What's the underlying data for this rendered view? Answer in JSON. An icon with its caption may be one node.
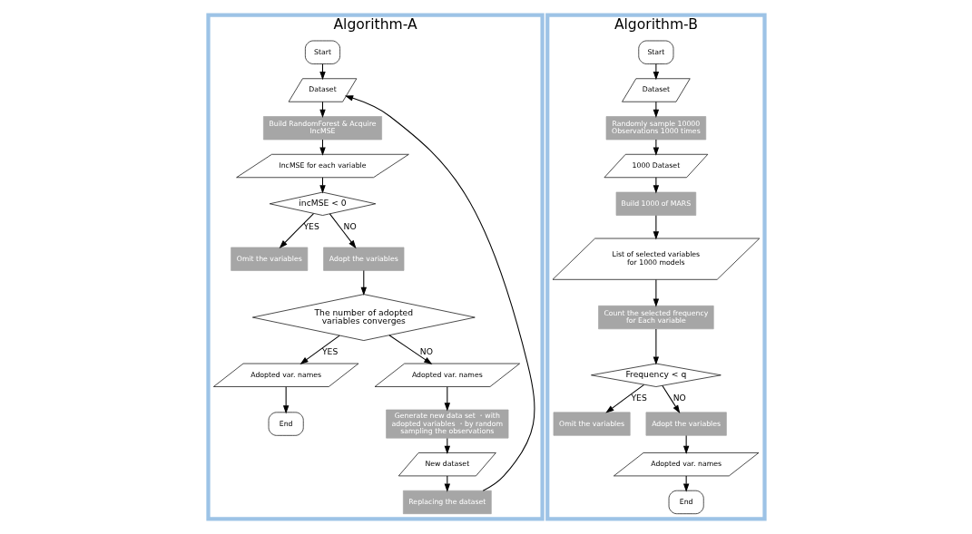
{
  "diagram": {
    "nodes": [
      {
        "text": [
          "Algorithm-A"
        ]
      },
      {
        "text": [
          "Start"
        ],
        "in": 0
      },
      {
        "text": [
          "Dataset"
        ],
        "in": 0
      },
      {
        "text": [
          "Build RandomForest & Acquire IncMSE"
        ],
        "in": 0
      },
      {
        "text": [
          "IncMSE for each variable"
        ],
        "in": 0
      },
      {
        "text": [
          "incMSE < 0"
        ],
        "in": 0
      },
      {
        "text": [
          "Omit the variables"
        ],
        "in": 0
      },
      {
        "text": [
          "Adopt the variables"
        ],
        "in": 0
      },
      {
        "text": [
          "The number of adopted variables converges"
        ],
        "in": 0
      },
      {
        "text": [
          "Adopted var. names"
        ],
        "in": 0
      },
      {
        "text": [
          "End"
        ],
        "in": 0
      },
      {
        "text": [
          "Adopted var. names"
        ],
        "in": 0
      },
      {
        "text": [
          "Generate new data set ・with adopted variables ・by random sampling the observations"
        ],
        "in": 0
      },
      {
        "text": [
          "New dataset"
        ],
        "in": 0
      },
      {
        "text": [
          "Replacing the dataset"
        ],
        "in": 0
      },
      {
        "text": [
          "Algorithm-B"
        ]
      },
      {
        "text": [
          "Start"
        ],
        "in": 15
      },
      {
        "text": [
          "Dataset"
        ],
        "in": 15
      },
      {
        "text": [
          "Randomly sample 10000 Observations 1000 times"
        ],
        "in": 15
      },
      {
        "text": [
          "1000 Dataset"
        ],
        "in": 15
      },
      {
        "text": [
          "Build 1000 of MARS"
        ],
        "in": 15
      },
      {
        "text": [
          "List of selected variables for 1000 models"
        ],
        "in": 15
      },
      {
        "text": [
          "Count the selected frequency for Each variable"
        ],
        "in": 15
      },
      {
        "text": [
          "Frequency < q"
        ],
        "in": 15
      },
      {
        "text": [
          "Omit the variables"
        ],
        "in": 15
      },
      {
        "text": [
          "Adopt the variables"
        ],
        "in": 15
      },
      {
        "text": [
          "Adopted var. names"
        ],
        "in": 15
      },
      {
        "text": [
          "End"
        ],
        "in": 15
      }
    ],
    "edges": [
      {
        "from": 1,
        "to": 2,
        "arrow": "to"
      },
      {
        "from": 2,
        "to": 3,
        "arrow": "to"
      },
      {
        "from": 3,
        "to": 4,
        "arrow": "to"
      },
      {
        "from": 4,
        "to": 5,
        "arrow": "to"
      },
      {
        "from": 5,
        "to": 6,
        "arrow": "to",
        "label": "YES"
      },
      {
        "from": 5,
        "to": 7,
        "arrow": "to",
        "label": "NO"
      },
      {
        "from": 7,
        "to": 8,
        "arrow": "to"
      },
      {
        "from": 8,
        "to": 9,
        "arrow": "to",
        "label": "YES"
      },
      {
        "from": 9,
        "to": 10,
        "arrow": "to"
      },
      {
        "from": 8,
        "to": 11,
        "arrow": "to",
        "label": "NO"
      },
      {
        "from": 11,
        "to": 12,
        "arrow": "to"
      },
      {
        "from": 12,
        "to": 13,
        "arrow": "to"
      },
      {
        "from": 13,
        "to": 14,
        "arrow": "to"
      },
      {
        "from": 14,
        "to": 2,
        "arrow": "to"
      },
      {
        "from": 16,
        "to": 17,
        "arrow": "to"
      },
      {
        "from": 17,
        "to": 18,
        "arrow": "to"
      },
      {
        "from": 18,
        "to": 19,
        "arrow": "to"
      },
      {
        "from": 19,
        "to": 20,
        "arrow": "to"
      },
      {
        "from": 20,
        "to": 21,
        "arrow": "to"
      },
      {
        "from": 21,
        "to": 22,
        "arrow": "to"
      },
      {
        "from": 22,
        "to": 23,
        "arrow": "to"
      },
      {
        "from": 23,
        "to": 24,
        "arrow": "to",
        "label": "YES"
      },
      {
        "from": 23,
        "to": 25,
        "arrow": "to",
        "label": "NO"
      },
      {
        "from": 25,
        "to": 26,
        "arrow": "to"
      },
      {
        "from": 26,
        "to": 27,
        "arrow": "to"
      }
    ]
  }
}
